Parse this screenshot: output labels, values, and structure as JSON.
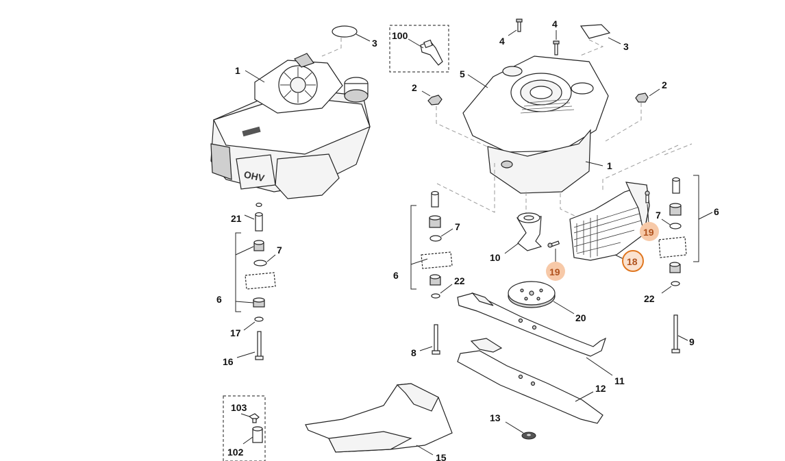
{
  "diagram": {
    "colors": {
      "highlight_fill": "#f7c9a8",
      "highlight_ring": "#e0761f",
      "highlight_text": "#b0521d",
      "line": "#222222",
      "dashed": "#9a9a9a"
    },
    "callouts": {
      "engine_left": "1",
      "engine_right": "1",
      "nut_left": "2",
      "nut_right": "2",
      "cap_left": "3",
      "cap_right": "3",
      "screw_top_a": "4",
      "screw_top_b": "4",
      "engine_cover": "5",
      "adapter_left": "6",
      "adapter_mid": "6",
      "adapter_right": "6",
      "washer_left": "7",
      "washer_mid": "7",
      "washer_right": "7",
      "bolt_mid": "8",
      "bolt_right": "9",
      "blade_hub": "10",
      "blade_upper": "11",
      "blade_lower": "12",
      "nut_bottom": "13",
      "deflector": "15",
      "bolt_left": "16",
      "washer_small_left": "17",
      "guard": "18",
      "screw_guard_a": "19",
      "screw_guard_b": "19",
      "disc": "20",
      "sleeve_left": "21",
      "washer_22_mid": "22",
      "washer_22_right": "22",
      "spark_cap_kit": "100",
      "kit_part_102": "102",
      "kit_part_103": "103"
    },
    "engine_badge": "OHV"
  }
}
